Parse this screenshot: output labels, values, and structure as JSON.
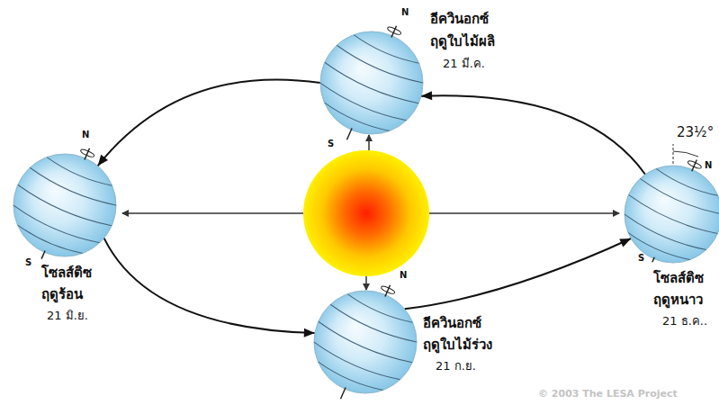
{
  "diagram": {
    "nodes": [
      {
        "text": [
          "อีควินอกซ์",
          "ฤดูใบไม้ผลิ",
          "21 มี.ค."
        ]
      },
      {
        "text": [
          "โซลส์ติซ",
          "ฤดูร้อน",
          "21 มิ.ย."
        ]
      },
      {
        "text": [
          "โซลส์ติซ",
          "ฤดูหนาว",
          "21 ธ.ค.."
        ]
      },
      {
        "text": [
          "อีควินอกซ์",
          "ฤดูใบไม้ร่วง",
          "21 ก.ย."
        ]
      }
    ],
    "edges": [
      {
        "from": 0,
        "to": 1,
        "arrow": "to"
      },
      {
        "from": 1,
        "to": 3,
        "arrow": "to"
      },
      {
        "from": 3,
        "to": 2,
        "arrow": "to"
      },
      {
        "from": 2,
        "to": 0,
        "arrow": "to"
      }
    ],
    "labels": [
      "N",
      "S",
      "N",
      "S",
      "23½°",
      "N",
      "S",
      "N",
      "© 2003 The LESA Project"
    ]
  }
}
